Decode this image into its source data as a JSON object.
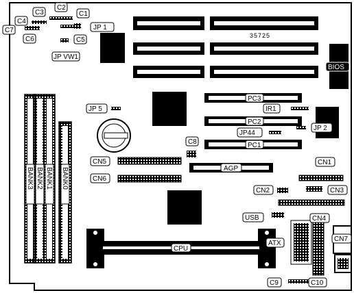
{
  "board_number": "35725",
  "labels": {
    "c1": "C1",
    "c2": "C2",
    "c3": "C3",
    "c4": "C4",
    "c5": "C5",
    "c6": "C6",
    "c7": "C7",
    "jp1": "JP 1",
    "jpvw1": "JP VW1",
    "bios": "BIOS",
    "jp5": "JP 5",
    "pc3": "PC3",
    "ir1": "IR1",
    "pc2": "PC2",
    "jp44": "JP44",
    "jp2": "JP 2",
    "pc1": "PC1",
    "c8": "C8",
    "cn5": "CN5",
    "agp": "AGP",
    "cn1": "CN1",
    "cn6": "CN6",
    "cn2": "CN2",
    "cn3": "CN3",
    "usb": "USB",
    "cn4": "CN4",
    "cn7": "CN7",
    "cpu": "CPU",
    "atx": "ATX",
    "c9": "C9",
    "c10": "C10",
    "bank3": "BANK3",
    "bank2": "BANK2",
    "bank1": "BANK1",
    "bank0": "BANK0"
  }
}
